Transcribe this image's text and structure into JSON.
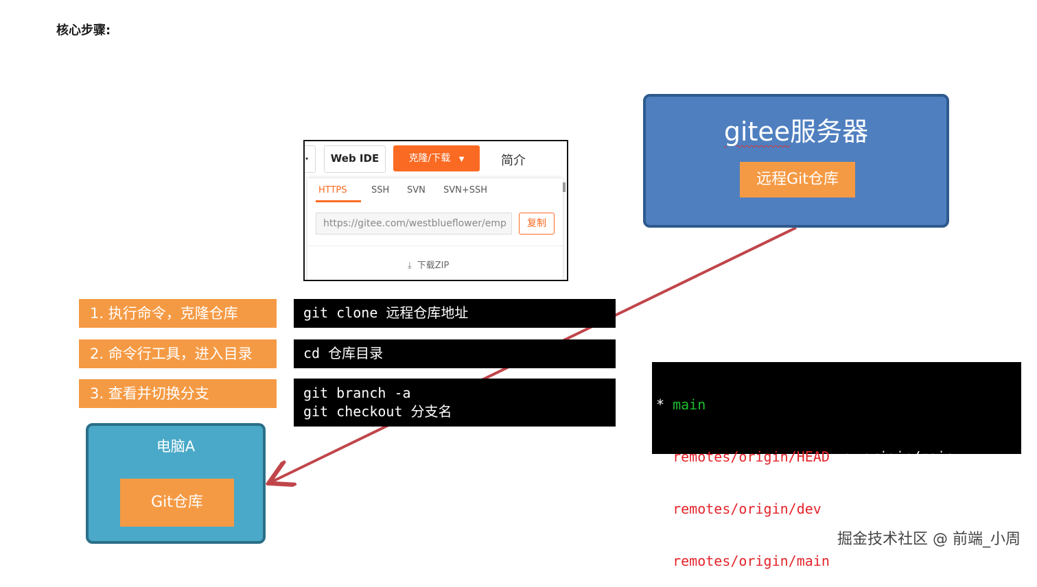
{
  "heading": "核心步骤:",
  "server": {
    "title_prefix": "gitee",
    "title_suffix": "服务器",
    "repo_label": "远程Git仓库"
  },
  "clone_panel": {
    "web_ide": "Web IDE",
    "clone_button": "克隆/下载",
    "intro": "简介",
    "protocol_tabs": [
      "HTTPS",
      "SSH",
      "SVN",
      "SVN+SSH"
    ],
    "active_tab": "HTTPS",
    "url": "https://gitee.com/westblueflower/emp",
    "copy": "复制",
    "download_zip": "下载ZIP"
  },
  "steps": [
    {
      "label": "1. 执行命令，克隆仓库",
      "commands": [
        "git clone 远程仓库地址"
      ]
    },
    {
      "label": "2. 命令行工具，进入目录",
      "commands": [
        "cd 仓库目录"
      ]
    },
    {
      "label": "3. 查看并切换分支",
      "commands": [
        "git branch -a",
        "git checkout 分支名"
      ]
    }
  ],
  "local": {
    "title": "电脑A",
    "repo_label": "Git仓库"
  },
  "terminal": {
    "current_marker": "*",
    "current_branch": "main",
    "remote_head": "remotes/origin/HEAD",
    "arrow": "->",
    "head_target": "origin/main",
    "remote_branches": [
      "remotes/origin/dev",
      "remotes/origin/main"
    ]
  },
  "watermark": "掘金技术社区 @ 前端_小周",
  "colors": {
    "server_fill": "#4f7fbf",
    "local_fill": "#4aa9c8",
    "orange": "#f59a44",
    "gitee_orange": "#fb6a22",
    "arrow": "#c0454a"
  }
}
